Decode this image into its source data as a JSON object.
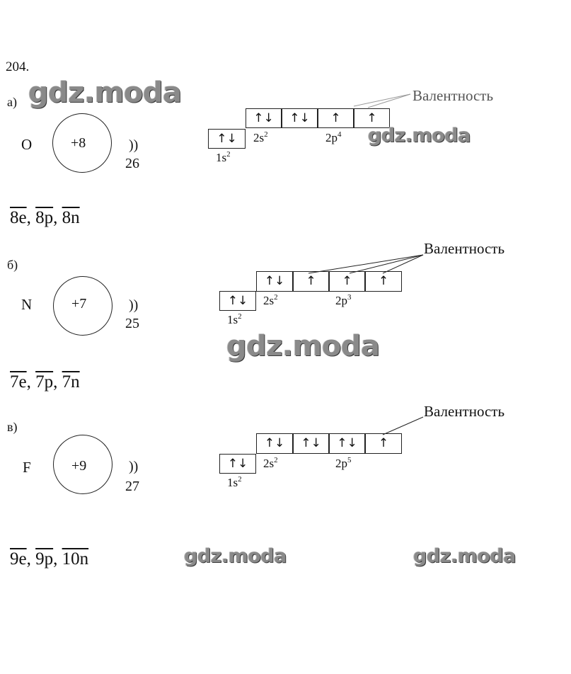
{
  "problem_number": "204.",
  "watermarks": [
    "gdz.moda",
    "gdz.moda",
    "gdz.moda",
    "gdz.moda",
    "gdz.moda"
  ],
  "valence_label": "Валентность",
  "sections": [
    {
      "letter": "а)",
      "symbol": "O",
      "nucleus_charge": "+8",
      "shell_marks": "))",
      "shell_electrons": "26",
      "particles": {
        "e": "8e",
        "p": "8p",
        "n": "8n"
      },
      "orbitals": {
        "s1": {
          "cells": [
            "↑↓"
          ],
          "level": "1s",
          "exp": "2"
        },
        "s2": {
          "cells": [
            "↑↓"
          ],
          "level": "2s",
          "exp": "2"
        },
        "p2": {
          "cells": [
            "↑↓",
            "↑",
            "↑"
          ],
          "level": "2p",
          "exp": "4"
        }
      }
    },
    {
      "letter": "б)",
      "symbol": "N",
      "nucleus_charge": "+7",
      "shell_marks": "))",
      "shell_electrons": "25",
      "particles": {
        "e": "7e",
        "p": "7p",
        "n": "7n"
      },
      "orbitals": {
        "s1": {
          "cells": [
            "↑↓"
          ],
          "level": "1s",
          "exp": "2"
        },
        "s2": {
          "cells": [
            "↑↓"
          ],
          "level": "2s",
          "exp": "2"
        },
        "p2": {
          "cells": [
            "↑",
            "↑",
            "↑"
          ],
          "level": "2p",
          "exp": "3"
        }
      }
    },
    {
      "letter": "в)",
      "symbol": "F",
      "nucleus_charge": "+9",
      "shell_marks": "))",
      "shell_electrons": "27",
      "particles": {
        "e": "9e",
        "p": "9p",
        "n": "10n"
      },
      "orbitals": {
        "s1": {
          "cells": [
            "↑↓"
          ],
          "level": "1s",
          "exp": "2"
        },
        "s2": {
          "cells": [
            "↑↓"
          ],
          "level": "2s",
          "exp": "2"
        },
        "p2": {
          "cells": [
            "↑↓",
            "↑↓",
            "↑"
          ],
          "level": "2p",
          "exp": "5"
        }
      }
    }
  ]
}
